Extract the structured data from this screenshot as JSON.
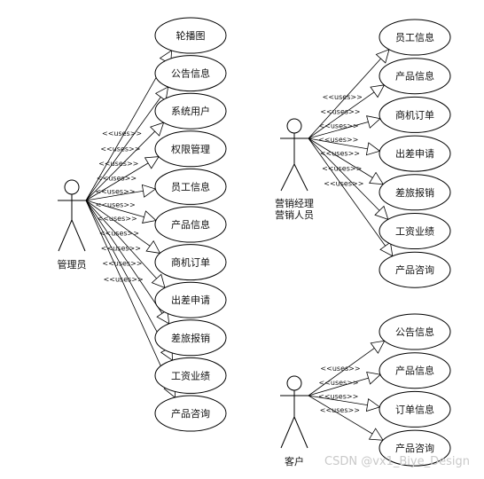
{
  "actors": [
    {
      "id": "admin",
      "label_lines": [
        "管理员"
      ]
    },
    {
      "id": "sales",
      "label_lines": [
        "营销经理",
        "营销人员"
      ]
    },
    {
      "id": "customer",
      "label_lines": [
        "客户"
      ]
    }
  ],
  "use_cases": {
    "admin": [
      "轮播图",
      "公告信息",
      "系统用户",
      "权限管理",
      "员工信息",
      "产品信息",
      "商机订单",
      "出差申请",
      "差旅报销",
      "工资业绩",
      "产品咨询"
    ],
    "sales": [
      "员工信息",
      "产品信息",
      "商机订单",
      "出差申请",
      "差旅报销",
      "工资业绩",
      "产品咨询"
    ],
    "customer": [
      "公告信息",
      "产品信息",
      "订单信息",
      "产品咨询"
    ]
  },
  "relationship_label": "<<uses>>",
  "watermark": "CSDN @vx1_Biye_Design"
}
